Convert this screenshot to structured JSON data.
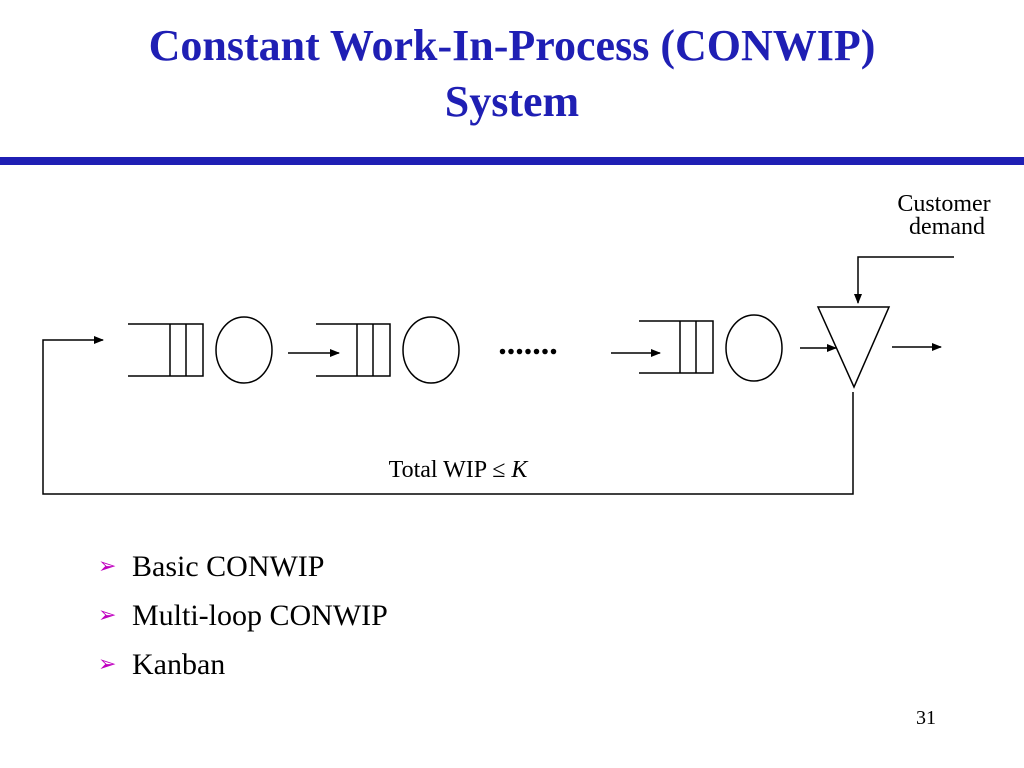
{
  "slide": {
    "title_line1": "Constant Work-In-Process (CONWIP)",
    "title_line2": "System",
    "page_number": "31"
  },
  "colors": {
    "title": "#1f1fb4",
    "bullet_marker": "#c000c0",
    "text": "#000000"
  },
  "diagram": {
    "customer_demand_line1": "Customer",
    "customer_demand_line2": "demand",
    "ellipsis": ".......",
    "wip_label_prefix": "Total WIP ≤ ",
    "wip_label_variable": "K"
  },
  "bullets": [
    {
      "marker": "➢",
      "marker_icon": "arrowhead-bullet-icon",
      "text": "Basic CONWIP"
    },
    {
      "marker": "➢",
      "marker_icon": "arrowhead-bullet-icon",
      "text": "Multi-loop CONWIP"
    },
    {
      "marker": "➢",
      "marker_icon": "arrowhead-bullet-icon",
      "text": "Kanban"
    }
  ]
}
